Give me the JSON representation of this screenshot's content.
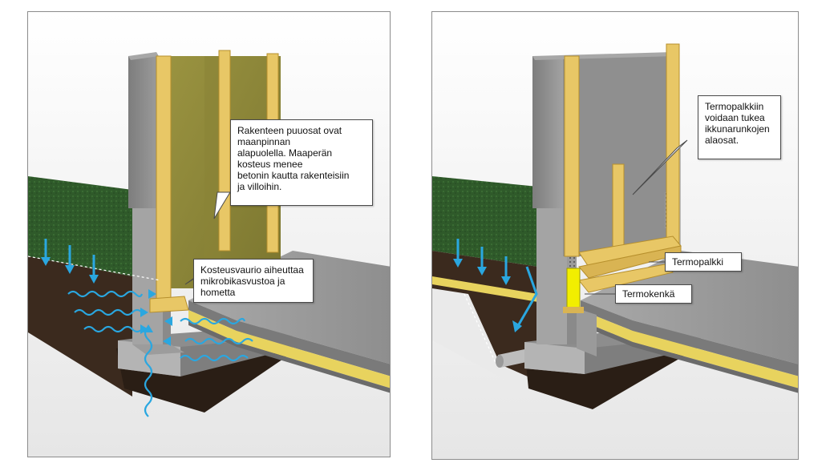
{
  "left_panel": {
    "callout_main": "Rakenteen puuosat ovat\nmaanpinnan\nalapuolella. Maaperän\nkosteus menee\nbetonin kautta rakenteisiin\nja villoihin.",
    "callout_damage": "Kosteusvaurio aiheuttaa\nmikrobikasvustoa ja\nhometta"
  },
  "right_panel": {
    "callout_main": "Termopalkkiin\nvoidaan tukea\nikkunarunkojen\nalaosat.",
    "label_beam": "Termopalkki",
    "label_shoe": "Termokenkä"
  },
  "colors": {
    "concrete": "#9b9b9b",
    "concrete_dark": "#6f6f6f",
    "wall_grey": "#8a8a8a",
    "timber": "#e8c766",
    "insulation": "#8f8a3a",
    "grass": "#2f5a2a",
    "soil": "#3b2a1e",
    "moisture_blue": "#2aa7e0",
    "thermo_yellow": "#f2ee00"
  },
  "icons": [
    "moisture-arrow-icon",
    "moisture-wave-icon"
  ]
}
